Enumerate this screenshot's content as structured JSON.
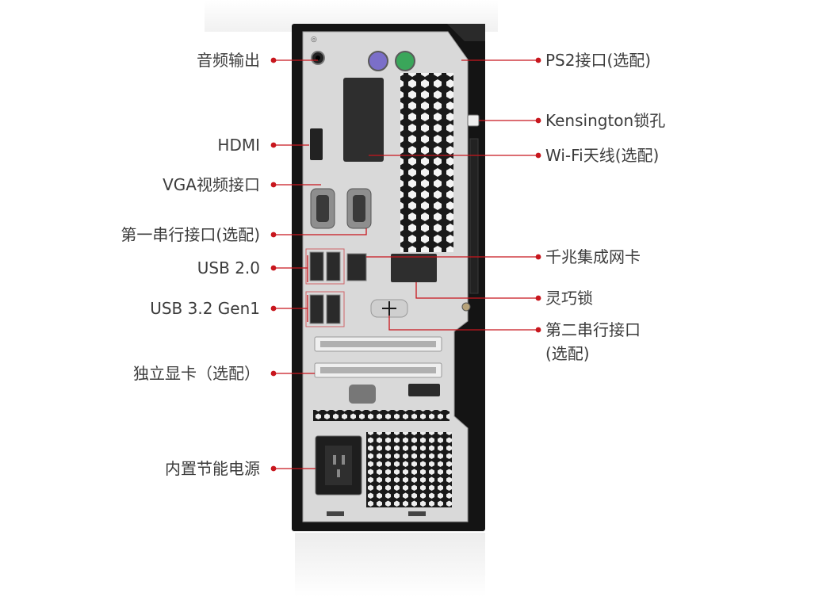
{
  "callouts": {
    "audio_out": "音频输出",
    "hdmi": "HDMI",
    "vga": "VGA视频接口",
    "serial1": "第一串行接口(选配)",
    "usb2": "USB 2.0",
    "usb3": "USB 3.2 Gen1",
    "gpu": "独立显卡（选配）",
    "psu": "内置节能电源",
    "ps2": "PS2接口(选配)",
    "kensington": "Kensington锁孔",
    "wifi": "Wi-Fi天线(选配)",
    "lan": "千兆集成网卡",
    "smart_lock": "灵巧锁",
    "serial2_line1": "第二串行接口",
    "serial2_line2": "(选配)"
  },
  "colors": {
    "accent": "#c8161d",
    "label_text": "#3c3c3c",
    "chassis_black": "#141414",
    "panel_gray": "#dcdcdc"
  }
}
